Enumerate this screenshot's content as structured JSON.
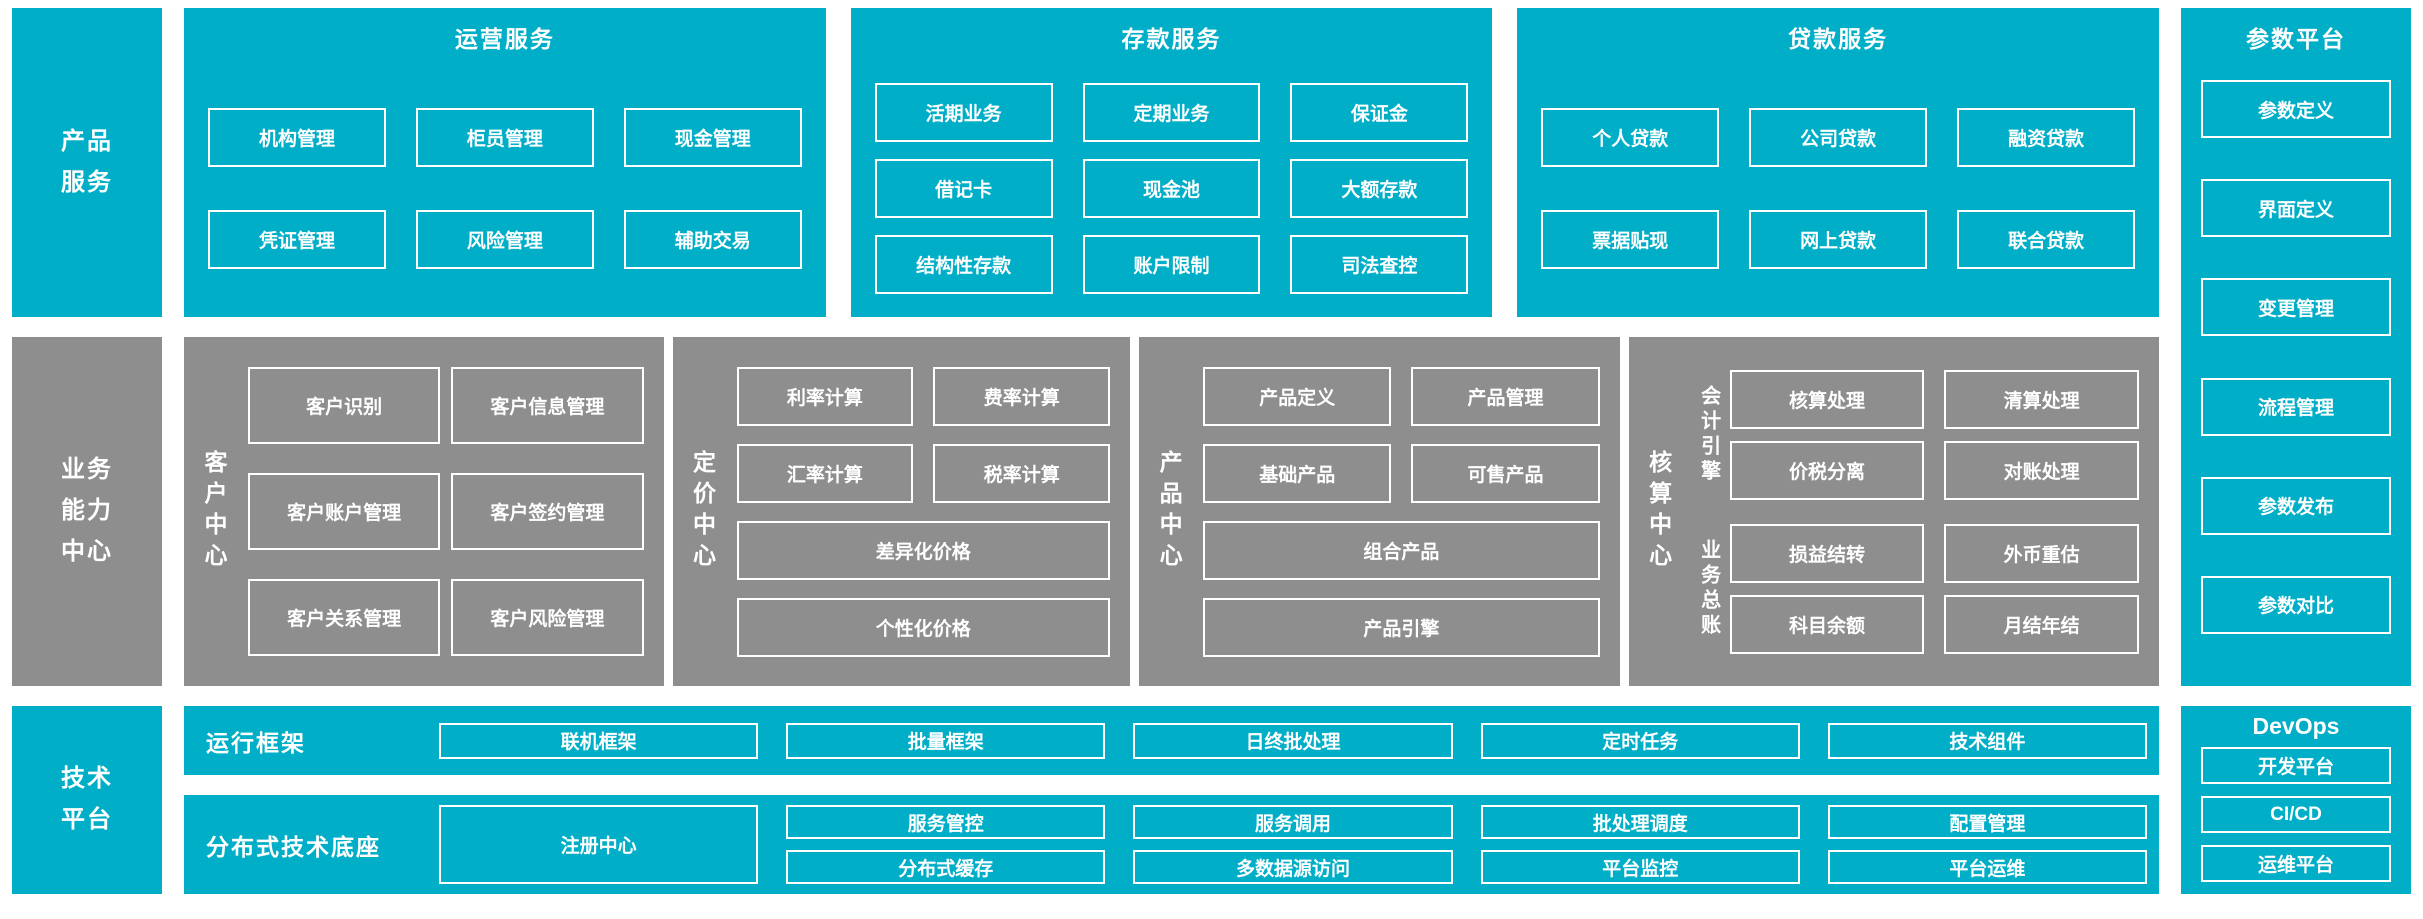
{
  "colors": {
    "teal": "#00aec7",
    "gray": "#8e8e8e"
  },
  "rails": [
    {
      "label": "产品\n服务"
    },
    {
      "label": "业务\n能力\n中心"
    },
    {
      "label": "技术\n平台"
    }
  ],
  "row1_sections": [
    {
      "title": "运营服务",
      "items": [
        "机构管理",
        "柜员管理",
        "现金管理",
        "凭证管理",
        "风险管理",
        "辅助交易"
      ]
    },
    {
      "title": "存款服务",
      "items": [
        "活期业务",
        "定期业务",
        "保证金",
        "借记卡",
        "现金池",
        "大额存款",
        "结构性存款",
        "账户限制",
        "司法查控"
      ]
    },
    {
      "title": "贷款服务",
      "items": [
        "个人贷款",
        "公司贷款",
        "融资贷款",
        "票据贴现",
        "网上贷款",
        "联合贷款"
      ]
    }
  ],
  "param_platform": {
    "title": "参数平台",
    "items": [
      "参数定义",
      "界面定义",
      "变更管理",
      "流程管理",
      "参数发布",
      "参数对比"
    ]
  },
  "row2_sections": {
    "customer": {
      "title": "客户中心",
      "items": [
        "客户识别",
        "客户信息管理",
        "客户账户管理",
        "客户签约管理",
        "客户关系管理",
        "客户风险管理"
      ]
    },
    "pricing": {
      "title": "定价中心",
      "grid_items": [
        "利率计算",
        "费率计算",
        "汇率计算",
        "税率计算"
      ],
      "wide_items": [
        "差异化价格",
        "个性化价格"
      ]
    },
    "product": {
      "title": "产品中心",
      "grid_items": [
        "产品定义",
        "产品管理",
        "基础产品",
        "可售产品"
      ],
      "wide_items": [
        "组合产品",
        "产品引擎"
      ]
    },
    "accounting": {
      "title": "核算中心",
      "groups": [
        {
          "label": "会计引擎",
          "items": [
            "核算处理",
            "清算处理",
            "价税分离",
            "对账处理"
          ]
        },
        {
          "label": "业务总账",
          "items": [
            "损益结转",
            "外币重估",
            "科目余额",
            "月结年结"
          ]
        }
      ]
    }
  },
  "runtime_framework": {
    "title": "运行框架",
    "items": [
      "联机框架",
      "批量框架",
      "日终批处理",
      "定时任务",
      "技术组件"
    ]
  },
  "distributed_base": {
    "title": "分布式技术底座",
    "registry": "注册中心",
    "row1": [
      "服务管控",
      "服务调用",
      "批处理调度",
      "配置管理"
    ],
    "row2": [
      "分布式缓存",
      "多数据源访问",
      "平台监控",
      "平台运维"
    ]
  },
  "devops": {
    "title": "DevOps",
    "items": [
      "开发平台",
      "CI/CD",
      "运维平台"
    ]
  }
}
